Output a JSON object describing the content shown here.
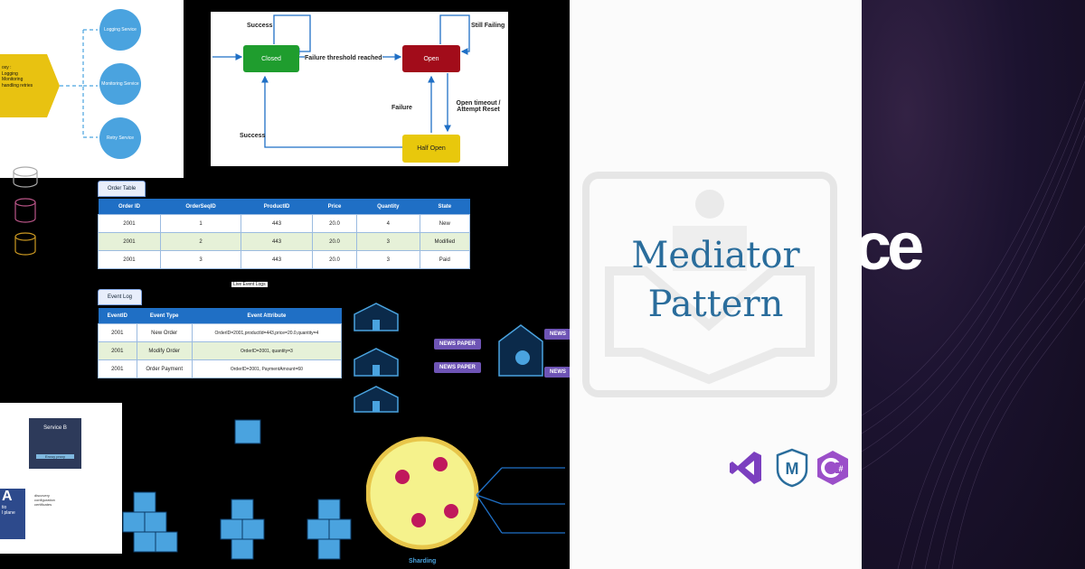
{
  "collage": {
    "services": {
      "sidecar_text": "oxy :\nLogging\nMonitoring\nhandling retries",
      "nodes": [
        "Logging Service",
        "Monitoring Service",
        "Retry Service"
      ]
    },
    "circuit_breaker": {
      "states": [
        "Closed",
        "Open",
        "Half Open"
      ],
      "labels": {
        "success_top": "Success",
        "still_failing": "Still Failing",
        "threshold": "Failure threshold reached",
        "failure": "Failure",
        "open_timeout": "Open timeout / Attempt Reset",
        "success_bottom": "Success"
      }
    },
    "order_table": {
      "tab": "Order Table",
      "headers": [
        "Order ID",
        "OrderSeqID",
        "ProductID",
        "Price",
        "Quantity",
        "State"
      ],
      "rows": [
        [
          "2001",
          "1",
          "443",
          "20.0",
          "4",
          "New"
        ],
        [
          "2001",
          "2",
          "443",
          "20.0",
          "3",
          "Modified"
        ],
        [
          "2001",
          "3",
          "443",
          "20.0",
          "3",
          "Paid"
        ]
      ]
    },
    "live_event_logs": "Live Event Logs",
    "event_log": {
      "tab": "Event Log",
      "headers": [
        "EventID",
        "Event Type",
        "Event Attribute"
      ],
      "rows": [
        [
          "2001",
          "New Order",
          "OrderID=2001,productId=443,price=20.0,quantity=4"
        ],
        [
          "2001",
          "Modify Order",
          "OrderID=2001, quantity=3"
        ],
        [
          "2001",
          "Order Payment",
          "OrderID=2001, PaymentAmount=60"
        ]
      ]
    },
    "news_tags": [
      "NEWS PAPER",
      "NEWS PAPER",
      "NEWS",
      "NEWS"
    ],
    "service_mesh": {
      "service_b": "Service B",
      "proxy": "Envoy proxy",
      "discovery": "discovery\nconfiguration\ncertificates",
      "control_plane_a": "A",
      "control_plane": "tio\nl plane"
    },
    "sharding_label": "Sharding"
  },
  "featured": {
    "title_line1": "Mediator",
    "title_line2": "Pattern",
    "tech_icons": [
      "visual-studio-icon",
      "mediatr-icon",
      "csharp-icon"
    ]
  },
  "brand": {
    "partial_logo": "ce"
  },
  "colors": {
    "accent_blue": "#2a6d9c",
    "closed_green": "#1f9d2e",
    "open_red": "#a20c1a",
    "halfopen_yellow": "#e8c80c",
    "table_header_blue": "#1f6fc5",
    "tag_purple": "#6e54b5",
    "dark_bg": "#160f24"
  }
}
